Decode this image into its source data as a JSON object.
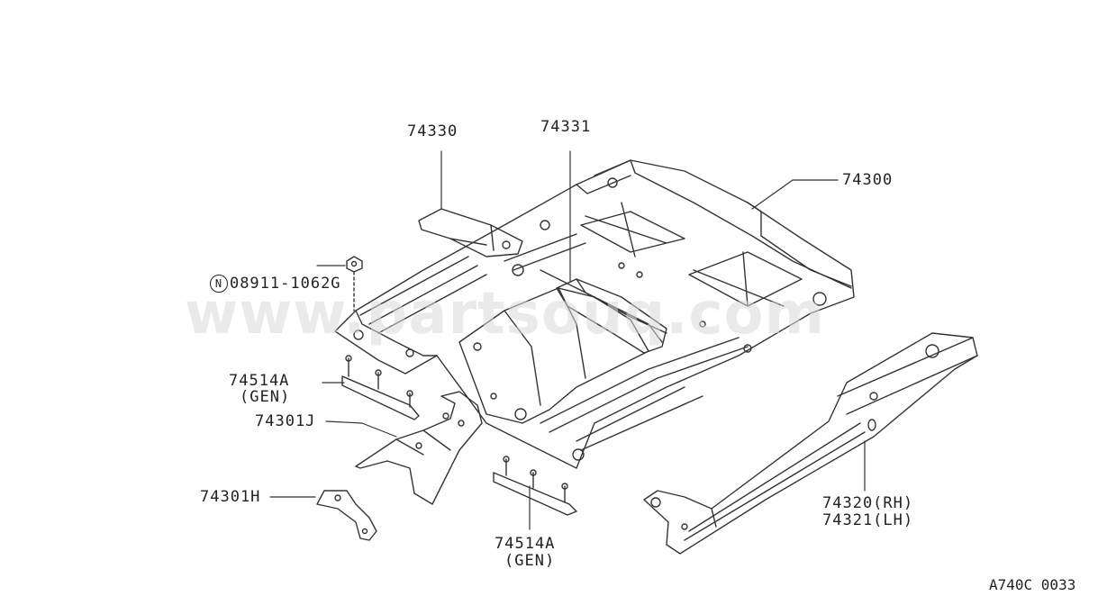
{
  "watermark": "www.partsouq.com",
  "diagram_code": "A740C 0033",
  "callouts": [
    {
      "id": "74330",
      "text": "74330"
    },
    {
      "id": "74331",
      "text": "74331"
    },
    {
      "id": "74300",
      "text": "74300"
    },
    {
      "id": "nut",
      "badge": "N",
      "text": "08911-1062G"
    },
    {
      "id": "74514A-1",
      "text": "74514A",
      "sub": "(GEN)"
    },
    {
      "id": "74301J",
      "text": "74301J"
    },
    {
      "id": "74301H",
      "text": "74301H"
    },
    {
      "id": "74514A-2",
      "text": "74514A",
      "sub": "(GEN)"
    },
    {
      "id": "74320",
      "text": "74320(RH)",
      "sub": "74321(LH)"
    }
  ]
}
